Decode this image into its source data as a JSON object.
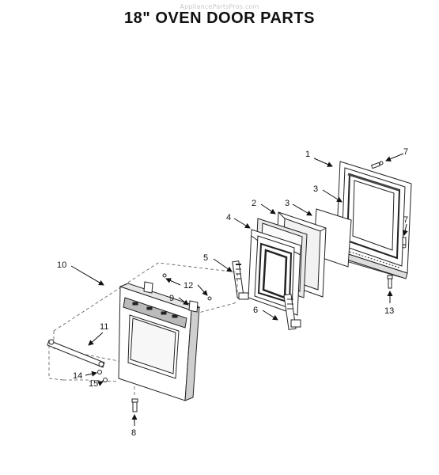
{
  "watermark": "AppliancePartsPros.com",
  "title": "18\" OVEN DOOR PARTS",
  "callouts": [
    {
      "id": "c1",
      "text": "1"
    },
    {
      "id": "c7a",
      "text": "7"
    },
    {
      "id": "c3a",
      "text": "3"
    },
    {
      "id": "c2",
      "text": "2"
    },
    {
      "id": "c3b",
      "text": "3"
    },
    {
      "id": "c4",
      "text": "4"
    },
    {
      "id": "c7b",
      "text": "7"
    },
    {
      "id": "c5",
      "text": "5"
    },
    {
      "id": "c10",
      "text": "10"
    },
    {
      "id": "c12",
      "text": "12"
    },
    {
      "id": "c9",
      "text": "9"
    },
    {
      "id": "c6",
      "text": "6"
    },
    {
      "id": "c13",
      "text": "13"
    },
    {
      "id": "c11",
      "text": "11"
    },
    {
      "id": "c14",
      "text": "14"
    },
    {
      "id": "c15",
      "text": "15"
    },
    {
      "id": "c8",
      "text": "8"
    }
  ]
}
